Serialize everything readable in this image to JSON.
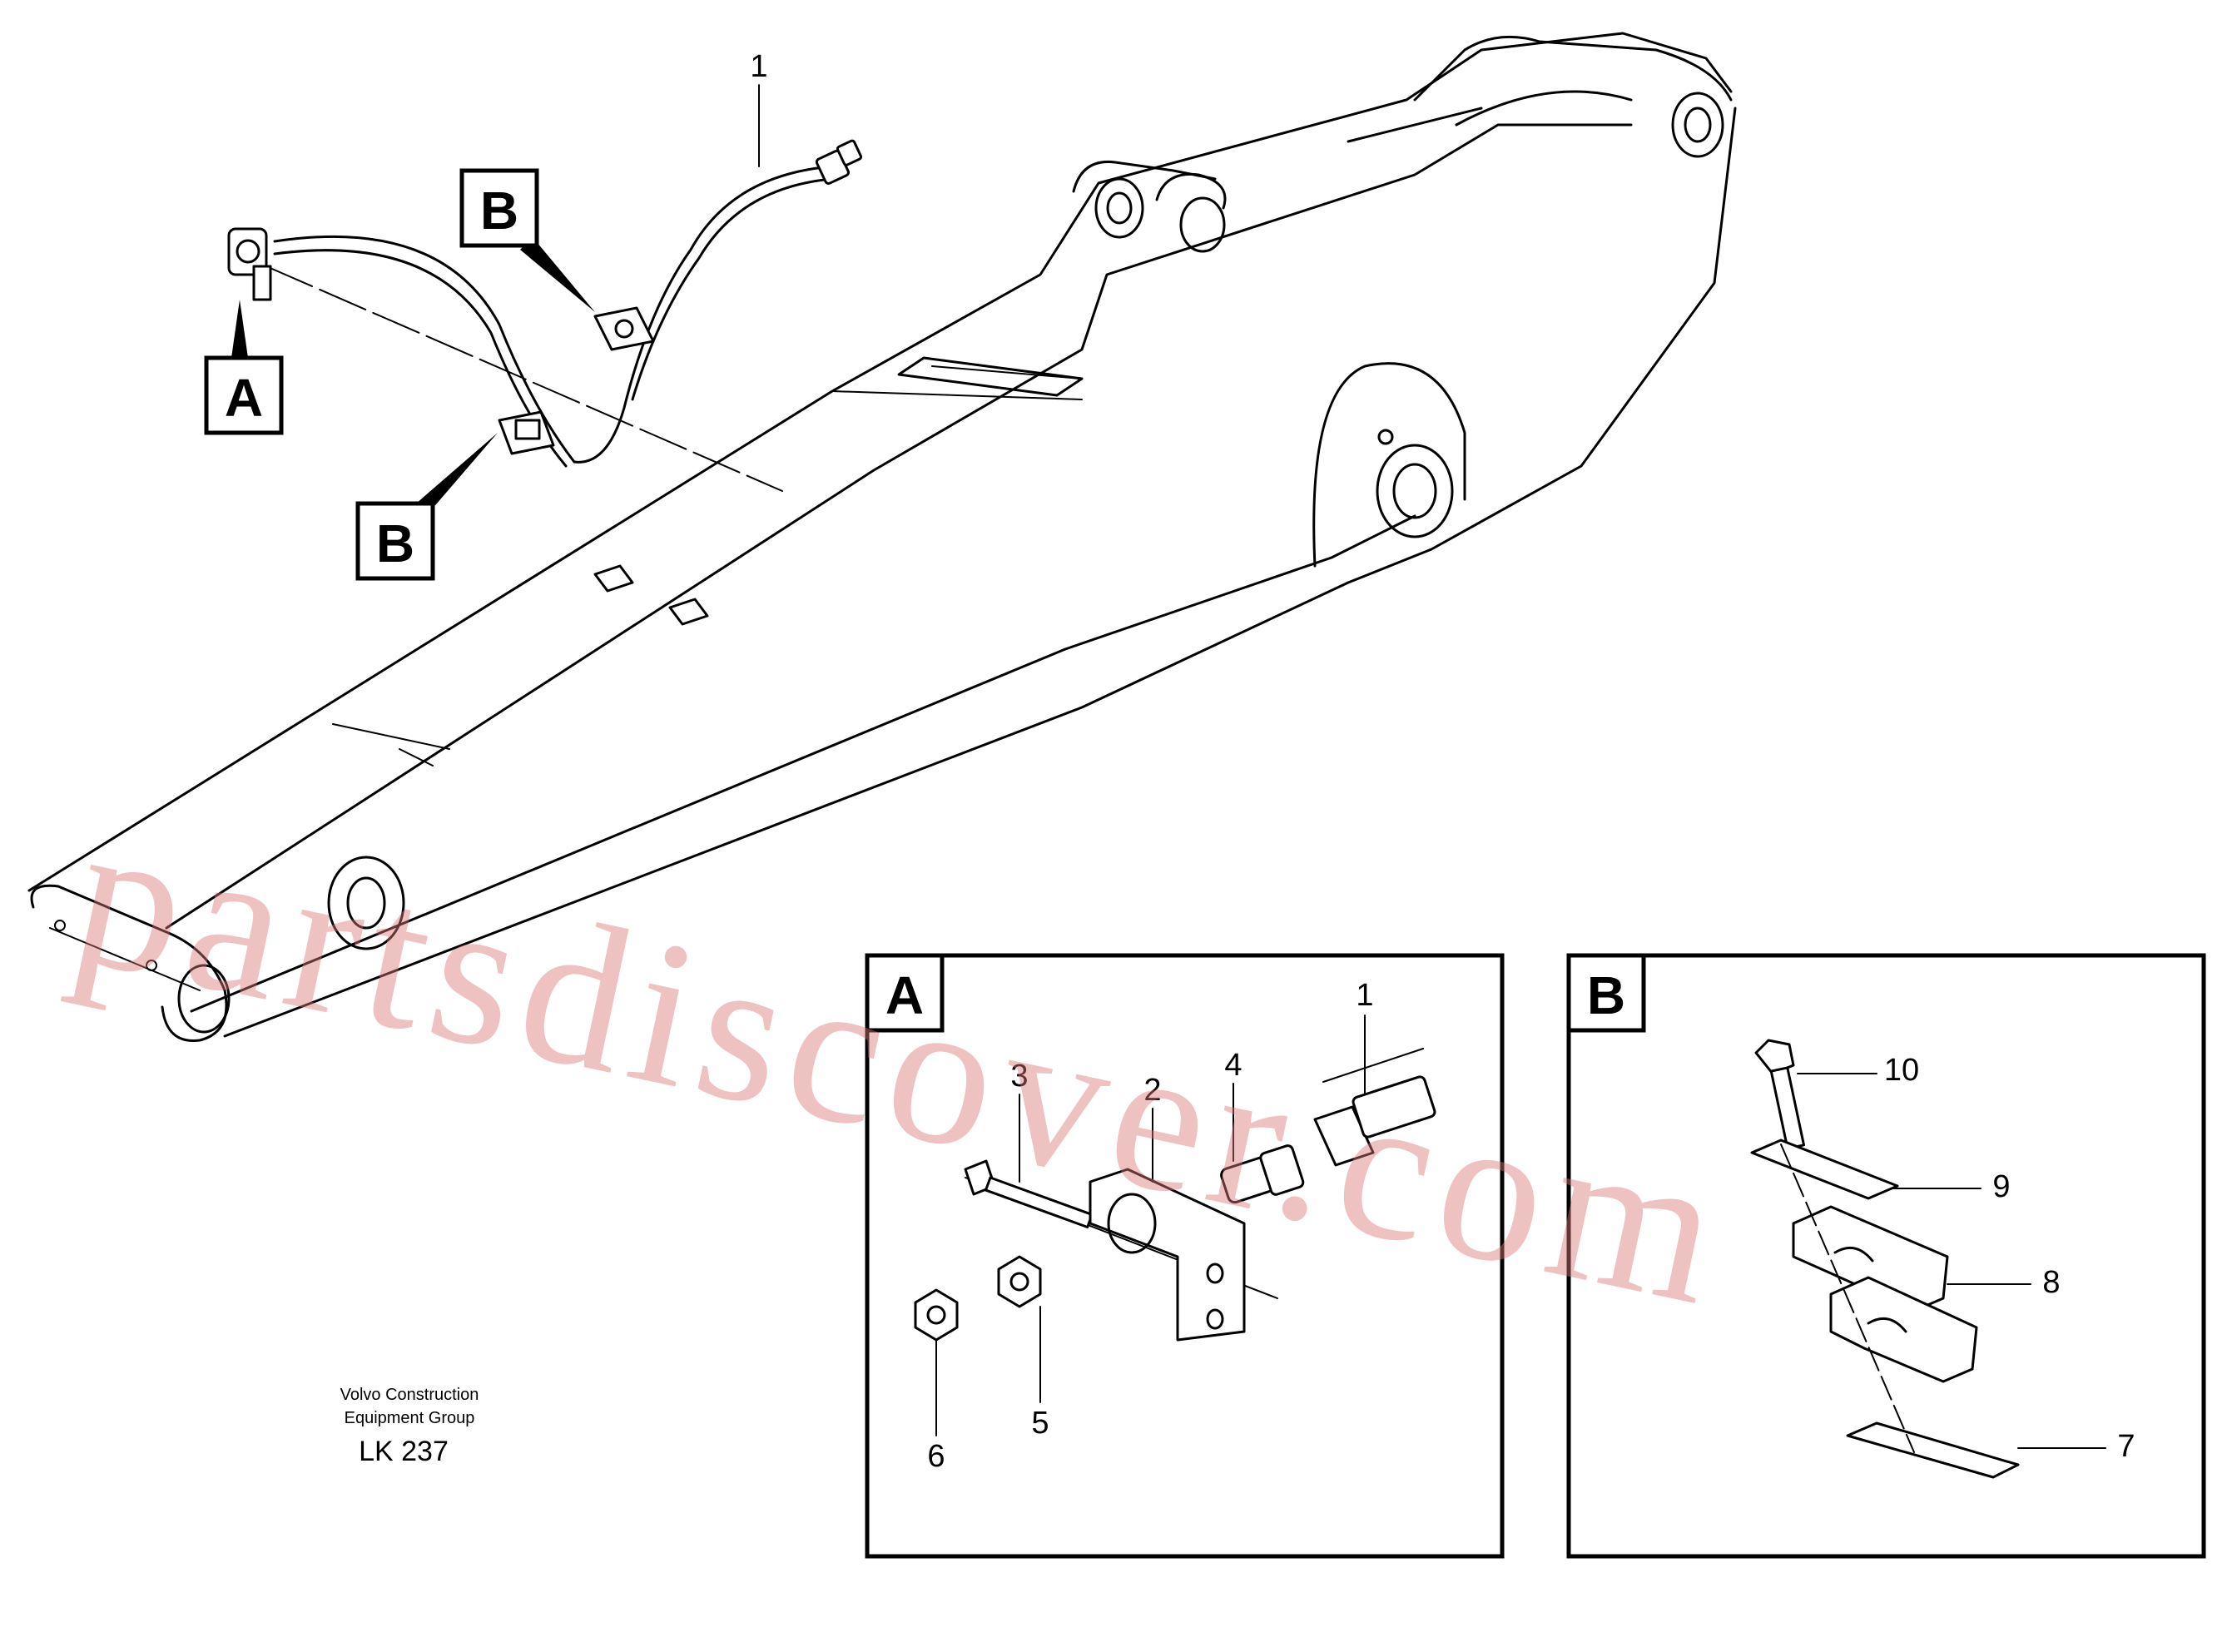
{
  "callouts": {
    "main_hose": "1",
    "clamp_a": "A",
    "clamp_b_upper": "B",
    "clamp_b_lower": "B"
  },
  "detail_a": {
    "label": "A",
    "items": [
      "1",
      "2",
      "3",
      "4",
      "5",
      "6"
    ]
  },
  "detail_b": {
    "label": "B",
    "items": [
      "10",
      "9",
      "8",
      "7"
    ]
  },
  "credit": {
    "line1": "Volvo Construction",
    "line2": "Equipment Group",
    "code": "LK 237"
  },
  "watermark": "partsdiscover.com",
  "colors": {
    "line": "#000000",
    "background": "#ffffff",
    "watermark": "#dc7878"
  }
}
